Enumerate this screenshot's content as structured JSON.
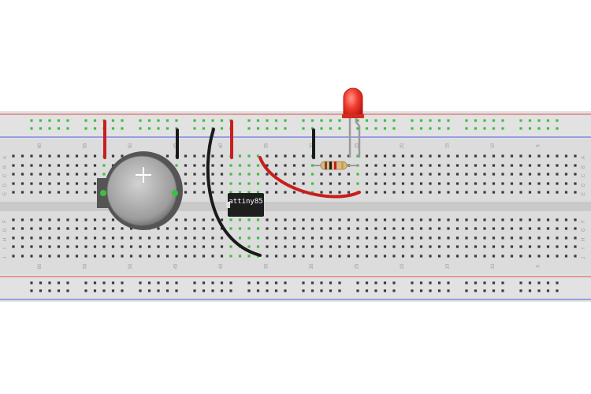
{
  "chip": {
    "label": "attiny85"
  },
  "column_numbers": [
    "60",
    "55",
    "50",
    "45",
    "40",
    "35",
    "30",
    "25",
    "20",
    "15",
    "10",
    "5"
  ],
  "row_letters_top": [
    "A",
    "B",
    "C",
    "D",
    "E"
  ],
  "row_letters_bottom": [
    "F",
    "G",
    "H",
    "I",
    "J"
  ],
  "battery": {
    "polarity_label": "+"
  },
  "colors": {
    "board": "#dcdcdc",
    "rail_red": "#e05050",
    "rail_blue": "#4a5adc",
    "hole": "#3a3a3a",
    "hole_active": "#3fbf3f",
    "wire_red": "#c81e1e",
    "wire_black": "#1a1a1a",
    "led": "#e8302a",
    "chip": "#1e1e1e"
  }
}
